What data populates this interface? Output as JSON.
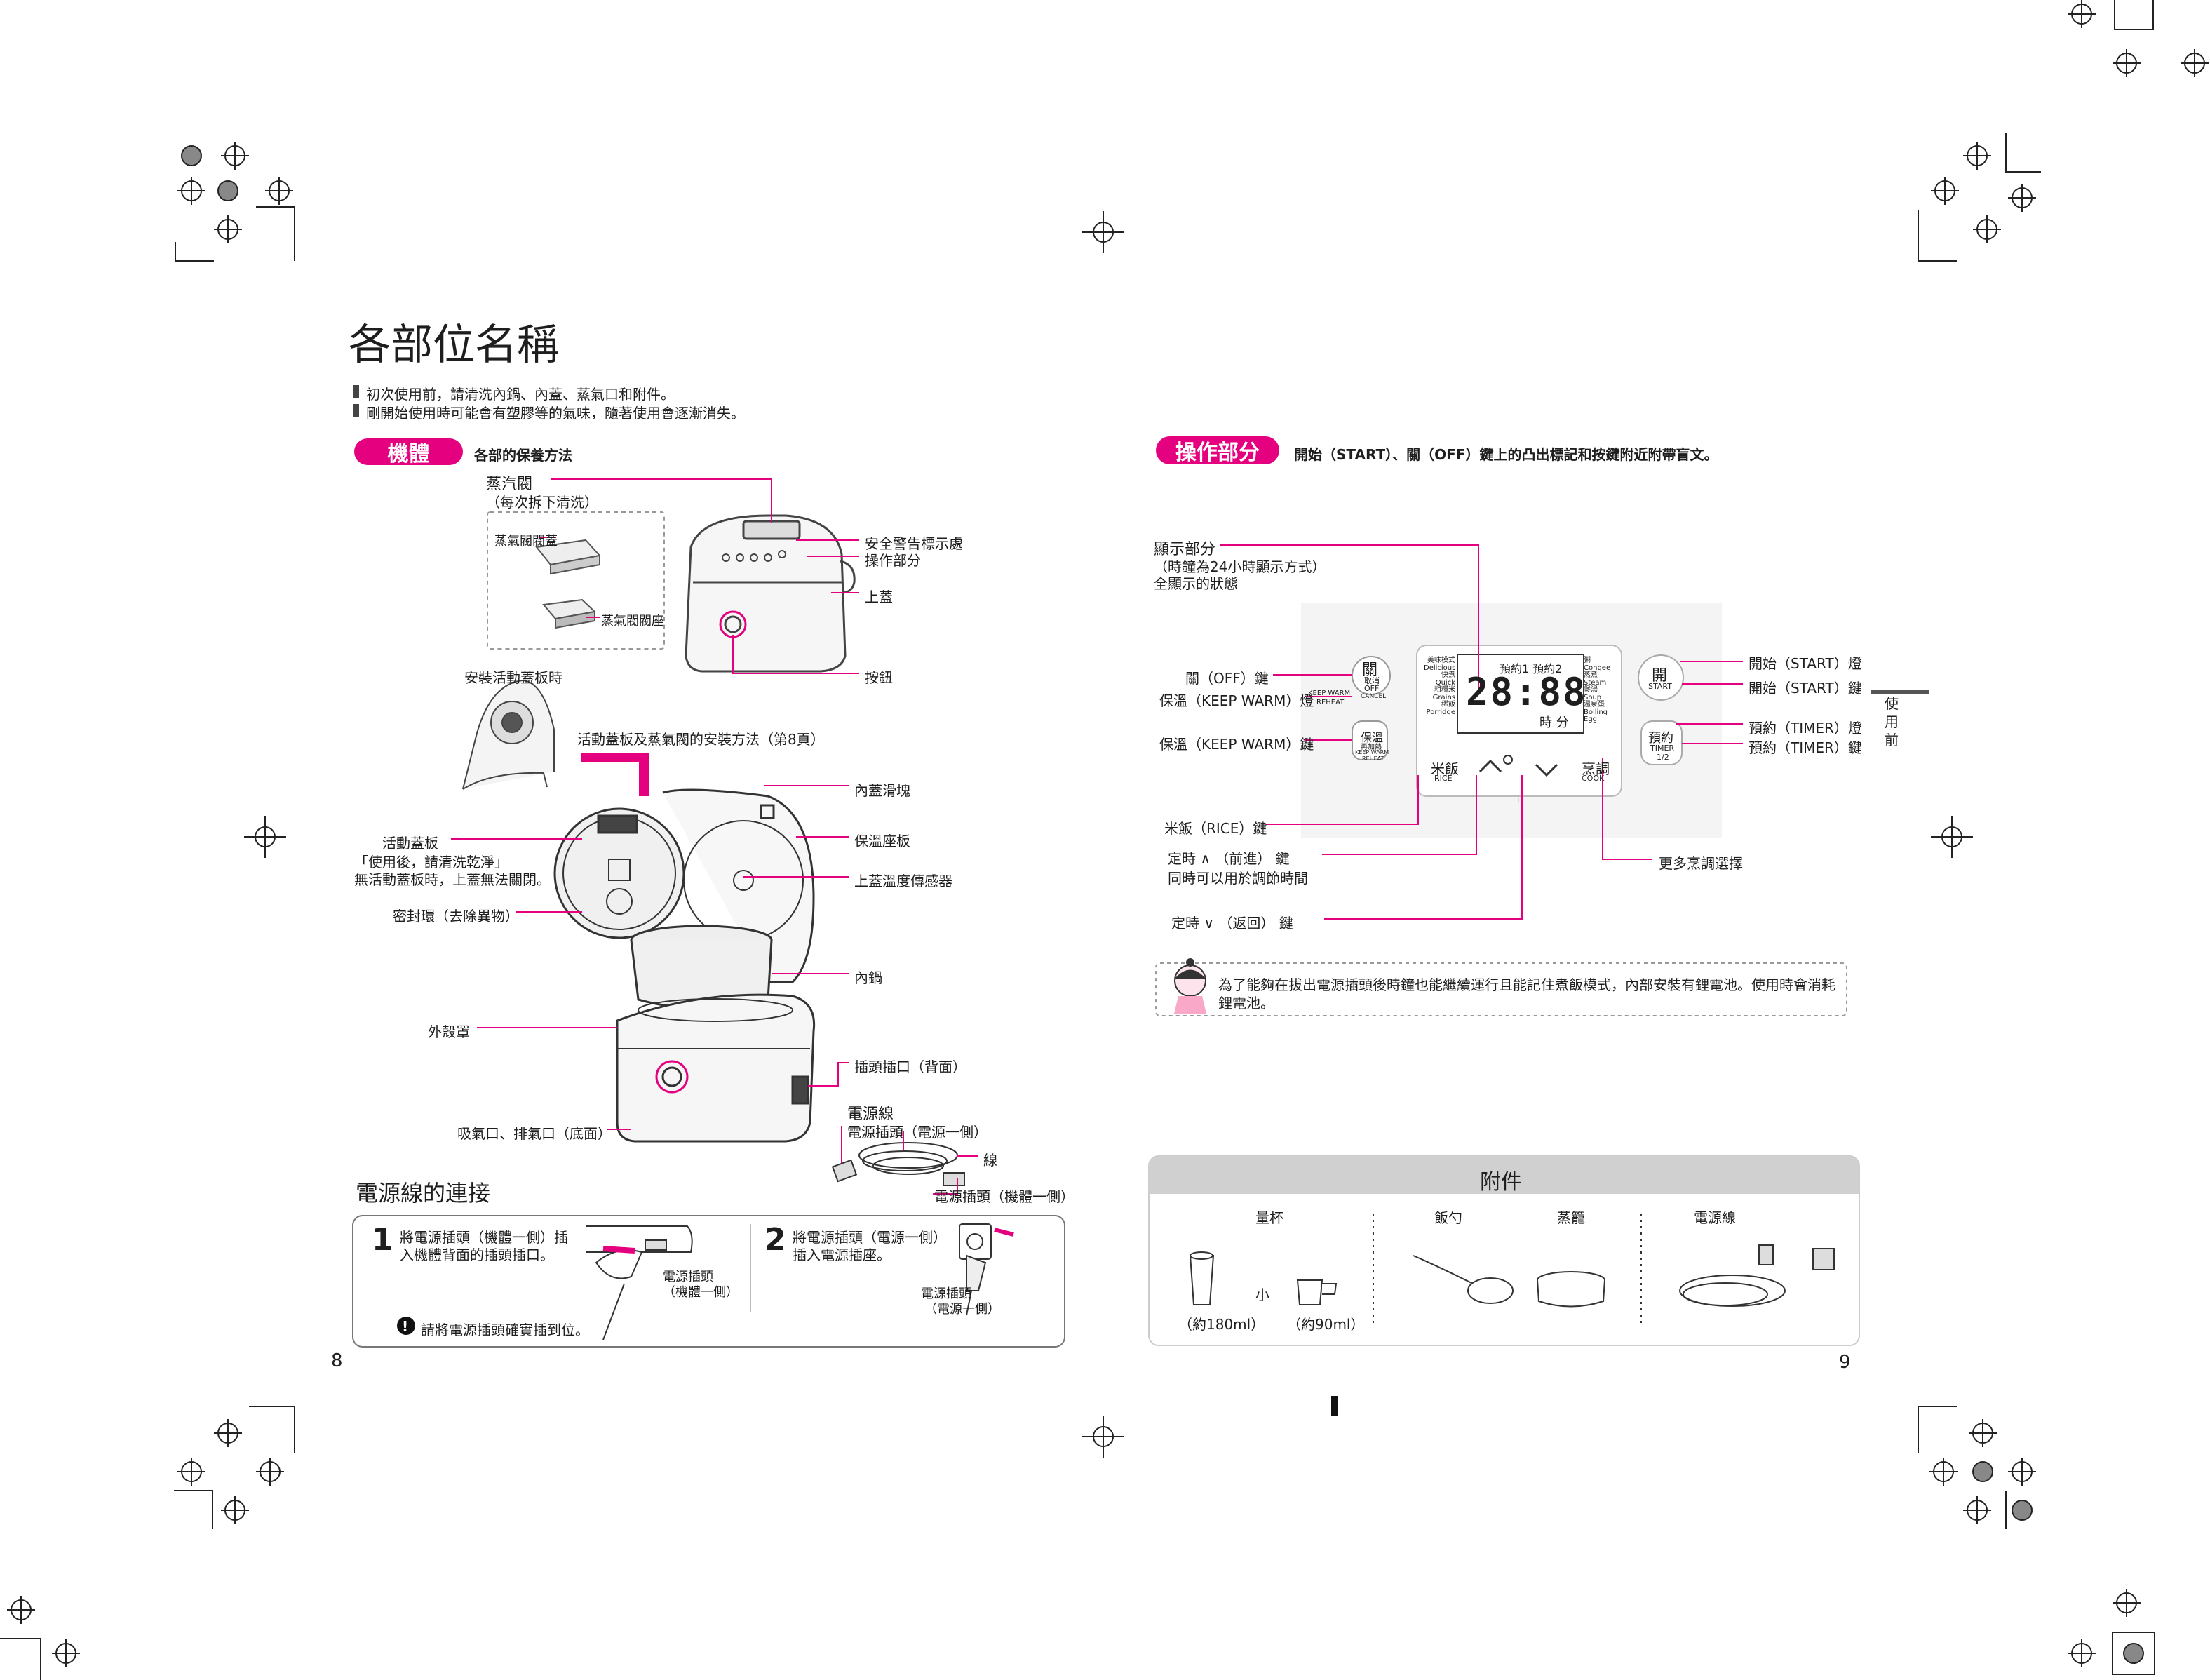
{
  "left_page": {
    "title": "各部位名稱",
    "notes": [
      "初次使用前，請清洗內鍋、內蓋、蒸氣口和附件。",
      "剛開始使用時可能會有塑膠等的氣味，隨著使用會逐漸消失。"
    ],
    "body_badge": "機體",
    "body_subtitle": "各部的保養方法",
    "labels": {
      "steam_valve": "蒸汽閥",
      "steam_valve_note": "（每次拆下清洗）",
      "valve_cover": "蒸氣閥閥蓋",
      "valve_seat": "蒸氣閥閥座",
      "safety_label": "安全警告標示處",
      "operation": "操作部分",
      "top_lid": "上蓋",
      "button": "按鈕",
      "install_plate": "安裝活動蓋板時",
      "install_method": "活動蓋板及蒸氣閥的安裝方法（第8頁）",
      "inner_lid_slider": "內蓋滑塊",
      "warm_plate": "保溫座板",
      "lid_sensor": "上蓋溫度傳感器",
      "inner_pot": "內鍋",
      "movable_plate": "活動蓋板",
      "movable_plate_note1": "「使用後，請清洗乾淨」",
      "movable_plate_note2": "無活動蓋板時，上蓋無法關閉。",
      "seal_ring": "密封環（去除異物）",
      "outer_case": "外殼罩",
      "plug_socket": "插頭插口（背面）",
      "air_vents": "吸氣口、排氣口（底面）",
      "power_cord": "電源線",
      "power_plug_source": "電源插頭（電源一側）",
      "cord": "線",
      "power_plug_body": "電源插頭（機體一側）"
    },
    "connection": {
      "title": "電源線的連接",
      "step1_num": "1",
      "step1_text1": "將電源插頭（機體一側）插",
      "step1_text2": "入機體背面的插頭插口。",
      "step1_fig1": "電源插頭",
      "step1_fig2": "（機體一側）",
      "step2_num": "2",
      "step2_text1": "將電源插頭（電源一側）",
      "step2_text2": "插入電源插座。",
      "step2_fig1": "電源插頭",
      "step2_fig2": "（電源一側）",
      "warning": "請將電源插頭確實插到位。"
    },
    "page_number": "8"
  },
  "right_page": {
    "ops_badge": "操作部分",
    "ops_subtitle": "開始（START）、關（OFF）鍵上的凸出標記和按鍵附近附帶盲文。",
    "display_label": "顯示部分",
    "display_note1": "（時鐘為24小時顯示方式）",
    "display_note2": "全顯示的狀態",
    "left_labels": [
      "關（OFF）鍵",
      "保溫（KEEP WARM）燈",
      "保溫（KEEP WARM）鍵",
      "米飯（RICE）鍵"
    ],
    "forward_label": "定時  ∧ （前進） 鍵",
    "forward_note": "同時可以用於調節時間",
    "back_label": "定時  ∨ （返回） 鍵",
    "right_labels": [
      "開始（START）燈",
      "開始（START）鍵",
      "預約（TIMER）燈",
      "預約（TIMER）鍵"
    ],
    "more_menu": "更多烹調選擇",
    "panel": {
      "off_btn": "關",
      "off_sub1": "取消",
      "off_sub2": "OFF",
      "off_sub3": "CANCEL",
      "keepwarm_text": "KEEP WARM",
      "reheat_text": "REHEAT",
      "warm_btn": "保溫",
      "warm_sub": "再加熱",
      "warm_sub2": "KEEP WARM",
      "warm_sub3": "REHEAT",
      "menu_left": [
        "美味模式",
        "Delicious",
        "快煮",
        "Quick",
        "粗糧米",
        "Grains",
        "稀飯",
        "Porridge"
      ],
      "timer_labels": "預約1  預約2",
      "digits": "28:88",
      "hour_min": "時 分",
      "menu_right": [
        "粥",
        "Congee",
        "蒸煮",
        "Steam",
        "煲湯",
        "Soup",
        "溫泉蛋",
        "Boiling Egg"
      ],
      "rice_btn": "米飯",
      "rice_sub": "RICE",
      "cook_btn": "烹調",
      "cook_sub": "COOK",
      "start_btn": "開",
      "start_sub": "START",
      "timer_btn": "預約",
      "timer_sub": "TIMER",
      "timer_sub2": "1/2"
    },
    "battery_note1": "為了能夠在拔出電源插頭後時鐘也能繼續運行且能記住煮飯模式，內部安裝有鋰電池。使用時會消耗",
    "battery_note2": "鋰電池。",
    "accessories": {
      "title": "附件",
      "items": [
        "量杯",
        "飯勺",
        "蒸籠",
        "電源線"
      ],
      "small": "小",
      "cup_big": "（約180ml）",
      "cup_small": "（約90ml）"
    },
    "side_tab": [
      "使",
      "用",
      "前"
    ],
    "page_number": "9"
  },
  "colors": {
    "accent": "#e4007f",
    "line": "#e4007f",
    "gray_panel": "#d0d0d0"
  }
}
